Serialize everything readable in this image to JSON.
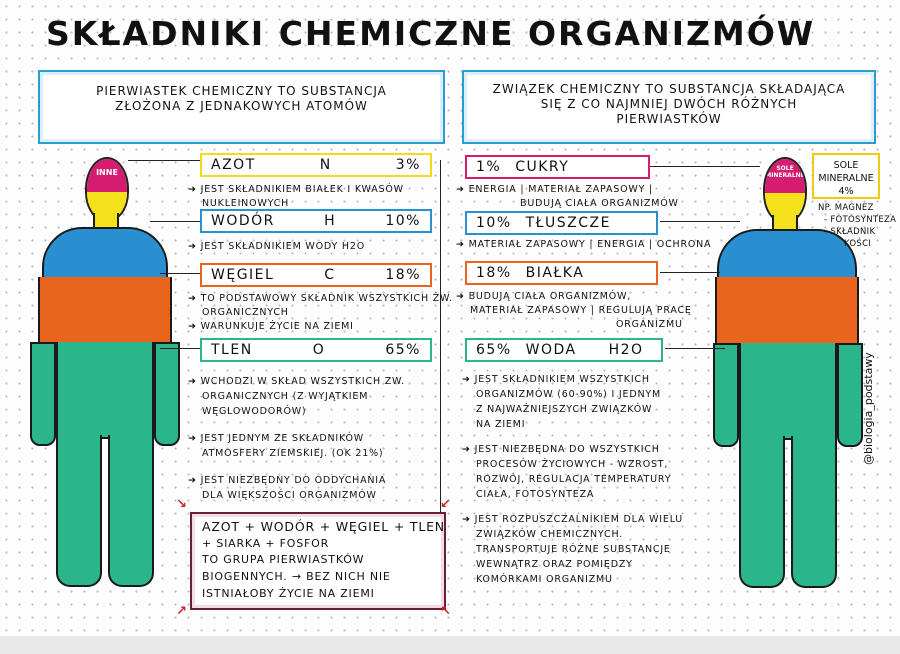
{
  "title": "Składniki chemiczne organizmów",
  "definitions": {
    "element": "Pierwiastek chemiczny to substancja złożona z jednakowych atomów",
    "compound": "Związek chemiczny to substancja składająca się z co najmniej dwóch różnych pierwiastków"
  },
  "left_figure": {
    "head_label": "inne"
  },
  "right_figure": {
    "head_label": "sole mineralne",
    "head_pct": "4%"
  },
  "elements": [
    {
      "name": "Azot",
      "symbol": "N",
      "pct": "3%",
      "color": "#f5d91c",
      "notes": [
        "Jest składnikiem białek i kwasów",
        "nukleinowych"
      ]
    },
    {
      "name": "Wodór",
      "symbol": "H",
      "pct": "10%",
      "color": "#2a8fd1",
      "notes": [
        "Jest składnikiem wody H2O"
      ]
    },
    {
      "name": "Węgiel",
      "symbol": "C",
      "pct": "18%",
      "color": "#e9651d",
      "notes": [
        "To podstawowy składnik wszystkich żw.",
        "organicznych",
        "Warunkuje życie na ziemi"
      ]
    },
    {
      "name": "Tlen",
      "symbol": "O",
      "pct": "65%",
      "color": "#2ab58a",
      "notes": [
        "Wchodzi w skład wszystkich zw.",
        "organicznych (z wyjątkiem",
        "węglowodorów)",
        "",
        "Jest jednym ze składników",
        "atmosfery ziemskiej. (ok 21%)",
        "",
        "Jest niezbędny do oddychania",
        "dla większości organizmów"
      ]
    }
  ],
  "compounds": [
    {
      "name": "Cukry",
      "pct": "1%",
      "color": "#d41c71",
      "notes": [
        "Energia | materiał zapasowy |",
        "budują ciała organizmów"
      ]
    },
    {
      "name": "Tłuszcze",
      "pct": "10%",
      "color": "#2a8fd1",
      "notes": [
        "Materiał zapasowy | energia | ochrona"
      ]
    },
    {
      "name": "Białka",
      "pct": "18%",
      "color": "#e9651d",
      "notes": [
        "Budują ciała organizmów,",
        "materiał zapasowy | regulują pracę",
        "organizmu"
      ]
    },
    {
      "name": "Woda",
      "formula": "H2O",
      "pct": "65%",
      "color": "#2ab58a",
      "notes": [
        "Jest składnikiem wszystkich",
        "organizmów (60-90%) i jednym",
        "z najważniejszych związków",
        "na ziemi",
        "",
        "Jest niezbędna do wszystkich",
        "procesów życiowych - wzrost,",
        "rozwój, regulacja temperatury",
        "ciała, fotosynteza",
        "",
        "Jest rozpuszczalnikiem dla wielu",
        "związków chemicznych.",
        "Transportuje różne substancje",
        "wewnątrz oraz pomiędzy",
        "komórkami organizmu"
      ]
    }
  ],
  "minerals": {
    "label": "Sole mineralne",
    "pct": "4%",
    "notes": [
      "np. magnez",
      "- fotosynteza",
      "- składnik",
      "kości"
    ]
  },
  "summary": [
    "Azot + Wodór + Węgiel + Tlen",
    "+ siarka + fosfor",
    "to grupa pierwiastków",
    "biogennych. → bez nich nie",
    "istniałoby życie na ziemi"
  ],
  "signature": "@biologia_podstawy",
  "colors": {
    "pink": "#d41c71",
    "yellow": "#f5e11b",
    "blue": "#2a8fd1",
    "orange": "#e9651d",
    "green": "#2ab58a",
    "frame": "#2b9ccf",
    "summary_frame": "#6b1f35"
  }
}
